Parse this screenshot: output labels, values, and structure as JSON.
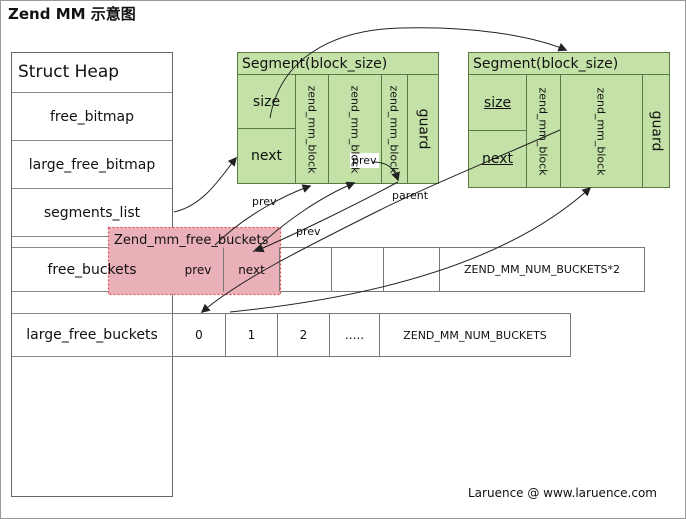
{
  "title": "Zend MM 示意图",
  "heap": {
    "title": "Struct Heap",
    "free_bitmap": "free_bitmap",
    "large_free_bitmap": "large_free_bitmap",
    "segments_list": "segments_list",
    "free_buckets": "free_buckets",
    "large_free_buckets": "large_free_buckets"
  },
  "free_buckets_row": {
    "group_label": "Zend_mm_free_buckets",
    "prev": "prev",
    "next": "next",
    "last": "ZEND_MM_NUM_BUCKETS*2"
  },
  "large_buckets_row": {
    "cells": [
      "0",
      "1",
      "2",
      "....."
    ],
    "last": "ZEND_MM_NUM_BUCKETS"
  },
  "segment1": {
    "title": "Segment(block_size)",
    "size": "size",
    "next": "next",
    "block_a": "zend_mm_block",
    "block_b": "zend_mm_block",
    "block_c": "zend_mm_block",
    "guard": "guard",
    "prev_tag": "prev"
  },
  "segment2": {
    "title": "Segment(block_size)",
    "size": "size",
    "next": "next",
    "block_a": "zend_mm_block",
    "block_b": "zend_mm_block",
    "guard": "guard"
  },
  "arrow_labels": {
    "prev1": "prev",
    "prev2": "prev",
    "parent": "parent"
  },
  "credit": "Laruence @ www.laruence.com",
  "colors": {
    "segment_fill": "#c4e2a7",
    "segment_stroke": "#5a7a45",
    "bucket_highlight": "#eab0b8",
    "highlight_border": "#e04a55",
    "frame": "#999999",
    "line": "#222222"
  }
}
